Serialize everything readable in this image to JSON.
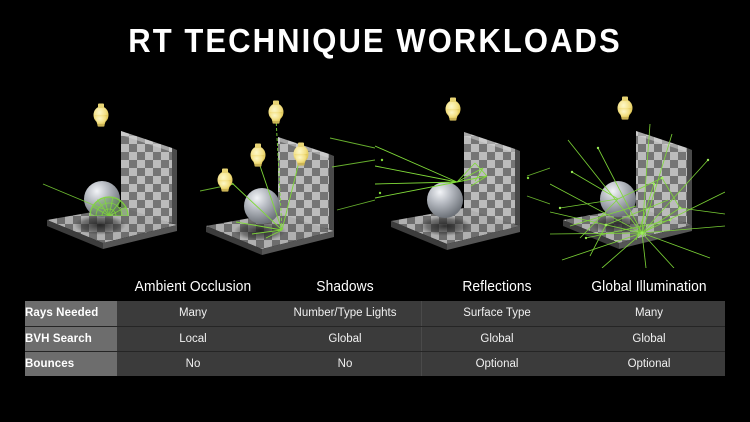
{
  "title": "RT TECHNIQUE WORKLOADS",
  "theme": {
    "background": "#000000",
    "title_color": "#ffffff",
    "ray_color": "#7fd938",
    "bulb_color": "#f2e07a",
    "row_label_bg": "#6d6d6d",
    "cell_bg": "#3b3b3b",
    "checker_light": "#bcbcbc",
    "checker_dark": "#757575"
  },
  "columns": [
    {
      "id": "ambient-occlusion",
      "label": "Ambient Occlusion"
    },
    {
      "id": "shadows",
      "label": "Shadows"
    },
    {
      "id": "reflections",
      "label": "Reflections"
    },
    {
      "id": "global-illumination",
      "label": "Global Illumination"
    }
  ],
  "scenes": [
    {
      "id": "ambient-occlusion",
      "bulbs": 1,
      "ray_style": "hemisphere-occlusion"
    },
    {
      "id": "shadows",
      "bulbs": 4,
      "ray_style": "shadow-rays"
    },
    {
      "id": "reflections",
      "bulbs": 1,
      "ray_style": "reflection-rays"
    },
    {
      "id": "global-illumination",
      "bulbs": 1,
      "ray_style": "global-scatter"
    }
  ],
  "table": {
    "rows": [
      {
        "label": "Rays Needed",
        "values": [
          "Many",
          "Number/Type Lights",
          "Surface Type",
          "Many"
        ]
      },
      {
        "label": "BVH Search",
        "values": [
          "Local",
          "Global",
          "Global",
          "Global"
        ]
      },
      {
        "label": "Bounces",
        "values": [
          "No",
          "No",
          "Optional",
          "Optional"
        ]
      }
    ]
  }
}
